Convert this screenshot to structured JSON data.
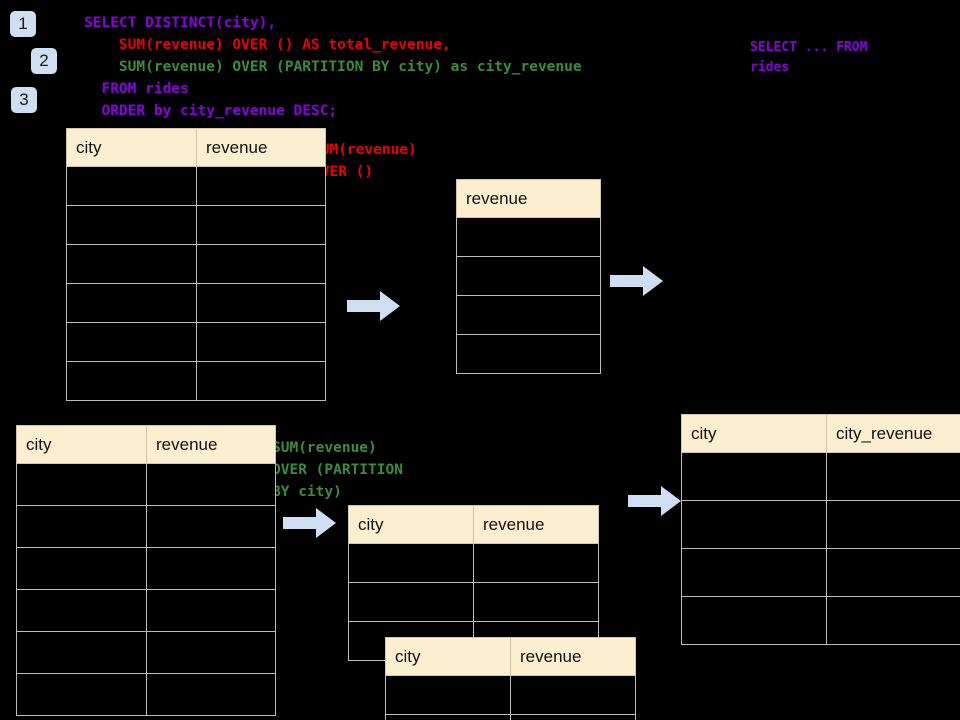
{
  "theme": {
    "background": "#000000",
    "header_fill": "#fcefd0",
    "grid_line": "#bdbdbd",
    "badge_fill": "#cddff1",
    "arrow_fill": "#cddff1",
    "purple": "#8a00e0",
    "red": "#ee0000",
    "green": "#3d8b3d"
  },
  "badges": [
    {
      "label": "1"
    },
    {
      "label": "2"
    },
    {
      "label": "3"
    }
  ],
  "sql": {
    "line1": "SELECT DISTINCT(city),",
    "line2": "    SUM(revenue) OVER () AS total_revenue,",
    "line3": "    SUM(revenue) OVER (PARTITION BY city) as city_revenue",
    "line4": "  FROM rides",
    "line5": "  ORDER by city_revenue DESC;"
  },
  "side_note": {
    "line1": "SELECT ... FROM",
    "line2": "rides"
  },
  "annotations": {
    "total_revenue": "SUM(revenue)\nOVER ()",
    "city_revenue": "SUM(revenue)\nOVER (PARTITION\nBY city)"
  },
  "tables": {
    "source_top": {
      "headers": [
        "city",
        "revenue"
      ],
      "body_rows": 6
    },
    "total_revenue": {
      "headers": [
        "revenue"
      ],
      "body_rows": 4
    },
    "source_bottom": {
      "headers": [
        "city",
        "revenue"
      ],
      "body_rows": 6
    },
    "partition_back": {
      "headers": [
        "city",
        "revenue"
      ],
      "body_rows": 3
    },
    "partition_front": {
      "headers": [
        "city",
        "revenue"
      ],
      "body_rows": 2
    },
    "result": {
      "headers": [
        "city",
        "city_revenue"
      ],
      "body_rows": 4
    }
  },
  "arrows": [
    {
      "name": "arrow-source-to-total"
    },
    {
      "name": "arrow-total-to-right"
    },
    {
      "name": "arrow-source-to-partition"
    },
    {
      "name": "arrow-partition-to-result"
    }
  ]
}
